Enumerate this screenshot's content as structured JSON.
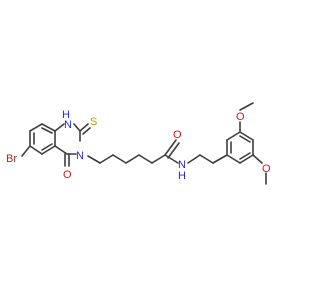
{
  "molecule": {
    "atom_labels": {
      "br": "Br",
      "nh": "H",
      "n1": "N",
      "s": "S",
      "n3": "N",
      "o_ring": "O",
      "o_amide": "O",
      "n_amide": "N",
      "h_amide": "H",
      "o_methoxy_top": "O",
      "o_methoxy_right": "O"
    },
    "colors": {
      "bond": "#3d3d3d",
      "nitrogen": "#2b2bd6",
      "oxygen": "#e01414",
      "sulfur": "#b3a000",
      "bromine": "#a52a2a"
    }
  }
}
